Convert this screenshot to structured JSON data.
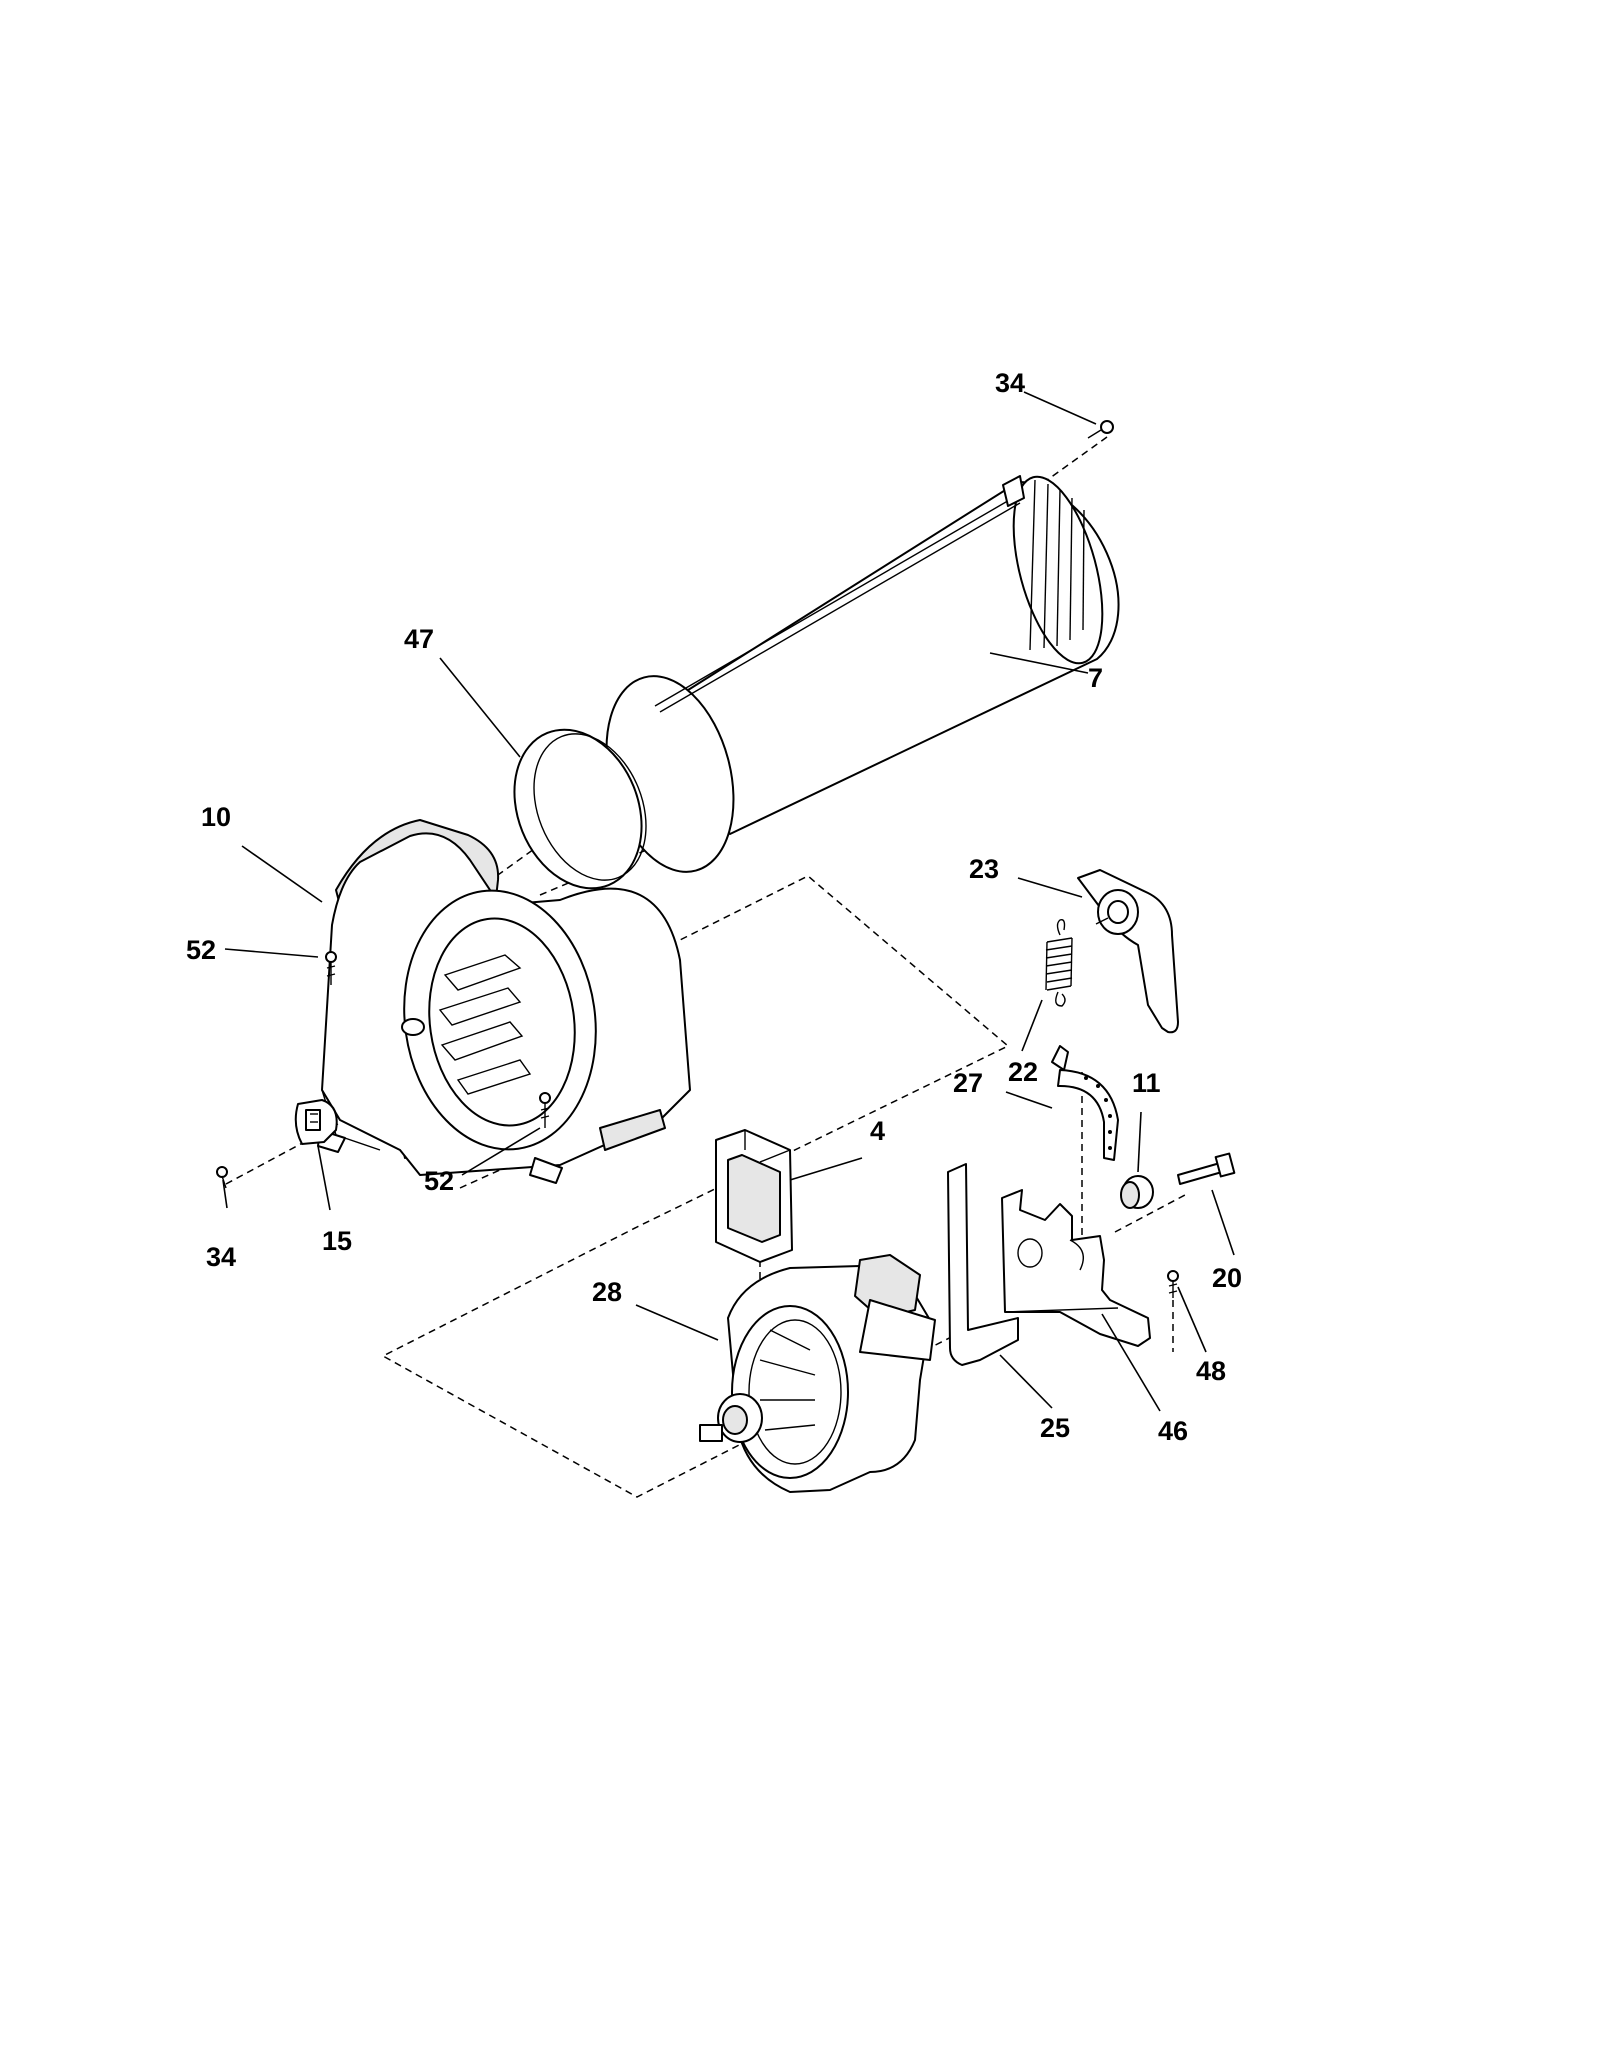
{
  "callouts": {
    "c34_top": "34",
    "c7": "7",
    "c47": "47",
    "c10": "10",
    "c52_left": "52",
    "c52_bottom": "52",
    "c34_bottom": "34",
    "c15": "15",
    "c23": "23",
    "c22": "22",
    "c27": "27",
    "c11": "11",
    "c4": "4",
    "c20": "20",
    "c28": "28",
    "c48": "48",
    "c25": "25",
    "c46": "46"
  }
}
